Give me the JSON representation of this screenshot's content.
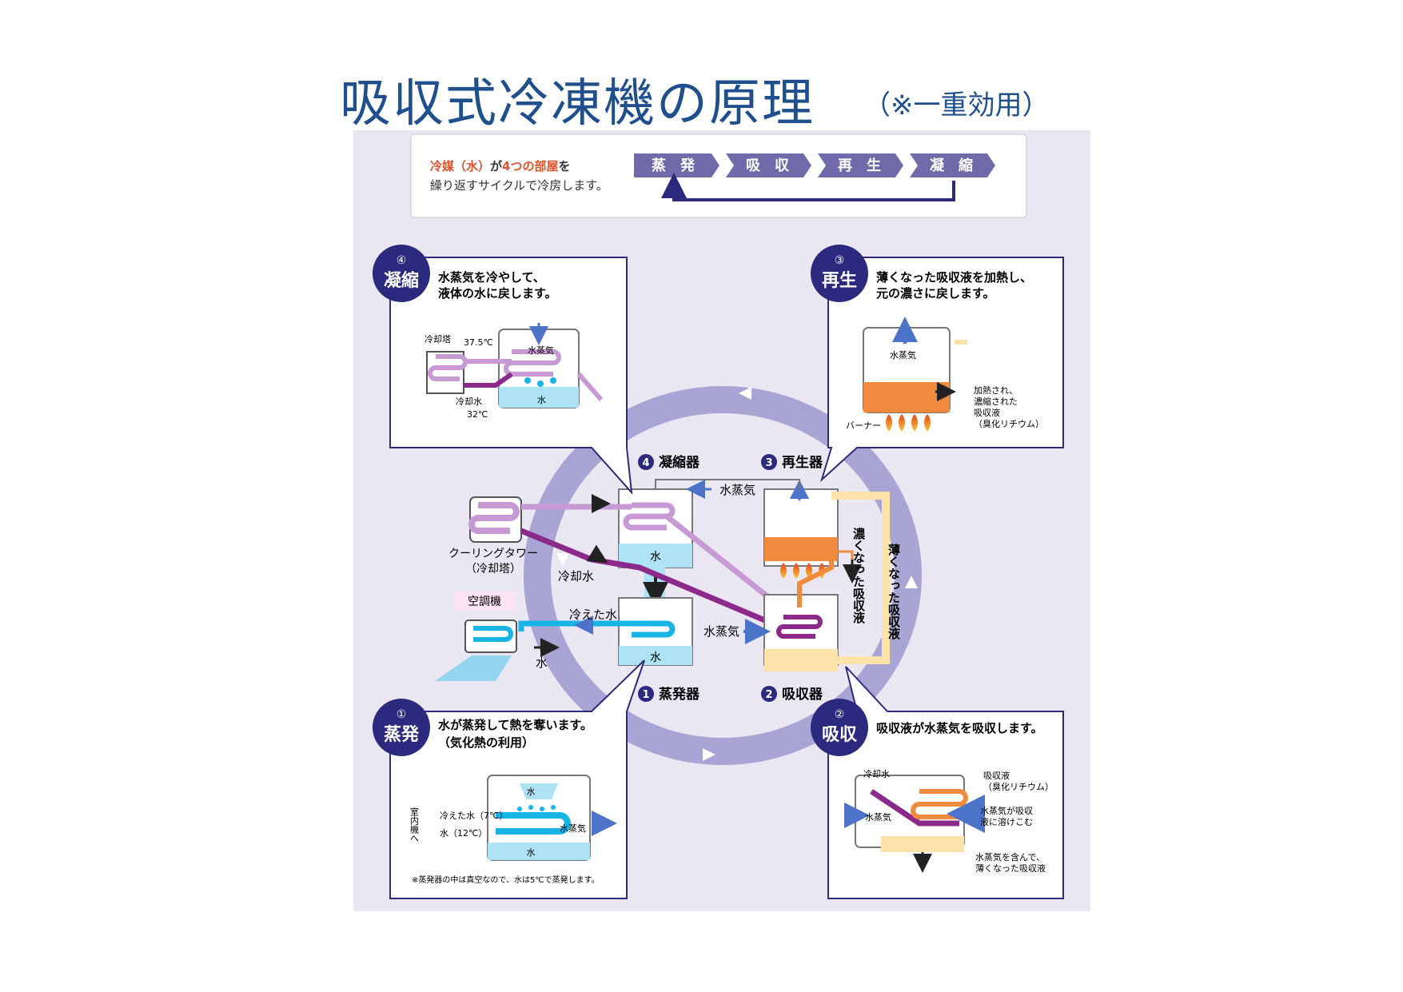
{
  "page": {
    "title": "吸収式冷凍機の原理",
    "subtitle": "（※一重効用）"
  },
  "header_box": {
    "line1_parts": [
      "冷媒（水）",
      "が",
      "4つの部屋",
      "を"
    ],
    "line2": "繰り返すサイクルで冷房します。",
    "steps": [
      "蒸　発",
      "吸　収",
      "再　生",
      "凝　縮"
    ]
  },
  "panels": {
    "condense": {
      "number": "④",
      "name": "凝縮",
      "desc": [
        "水蒸気を冷やして、",
        "液体の水に戻します。"
      ],
      "labels": {
        "tower": "冷却塔",
        "temp_out": "37.5℃",
        "steam": "水蒸気",
        "cooling_water": "冷却水",
        "temp_in": "32℃",
        "water": "水"
      }
    },
    "regenerate": {
      "number": "③",
      "name": "再生",
      "desc": [
        "薄くなった吸収液を加熱し、",
        "元の濃さに戻します。"
      ],
      "labels": {
        "steam": "水蒸気",
        "burner": "バーナー",
        "heated": [
          "加熱され、",
          "濃縮された",
          "吸収液",
          "（臭化リチウム）"
        ]
      }
    },
    "evaporate": {
      "number": "①",
      "name": "蒸発",
      "desc": [
        "水が蒸発して熱を奪います。",
        "（気化熱の利用）"
      ],
      "labels": {
        "water_top": "水",
        "indoor": "室内機へ",
        "cold_water": "冷えた水（7℃）",
        "water_in": "水（12℃）",
        "steam": "水蒸気",
        "water_bottom": "水"
      },
      "note": "※蒸発器の中は真空なので、水は5℃で蒸発します。"
    },
    "absorb": {
      "number": "②",
      "name": "吸収",
      "desc": [
        "吸収液が水蒸気を吸収します。"
      ],
      "labels": {
        "cooling_water": "冷却水",
        "absorbent": [
          "吸収液",
          "（臭化リチウム）"
        ],
        "steam": "水蒸気",
        "dissolve": [
          "水蒸気が吸収",
          "液に溶けこむ"
        ],
        "diluted": [
          "水蒸気を含んで、",
          "薄くなった吸収液"
        ]
      }
    }
  },
  "center": {
    "condenser": "凝縮器",
    "regenerator": "再生器",
    "evaporator": "蒸発器",
    "absorber": "吸収器",
    "n1": "1",
    "n2": "2",
    "n3": "3",
    "n4": "4",
    "steam_top": "水蒸気",
    "steam_mid": "水蒸気",
    "cooling_tower": [
      "クーリングタワー",
      "（冷却塔）"
    ],
    "cooling_water": "冷却水",
    "cold_water": "冷えた水",
    "water": "水",
    "water_cond": "水",
    "water_evap": "水",
    "aircon": "空調機",
    "concentrated": "濃くなった吸収液",
    "diluted": "薄くなった吸収液"
  },
  "colors": {
    "title": "#1f4f8c",
    "navy": "#2b2a7e",
    "purple": "#8c2a8c",
    "lavender": "#c79ad6",
    "cyan": "#19b4e6",
    "light_cyan": "#aee3f5",
    "orange": "#f08a3c",
    "cream": "#fbe3a9",
    "ring": "#a8a4d4",
    "bg": "#eae6f2",
    "accent_text": "#e0532a"
  }
}
